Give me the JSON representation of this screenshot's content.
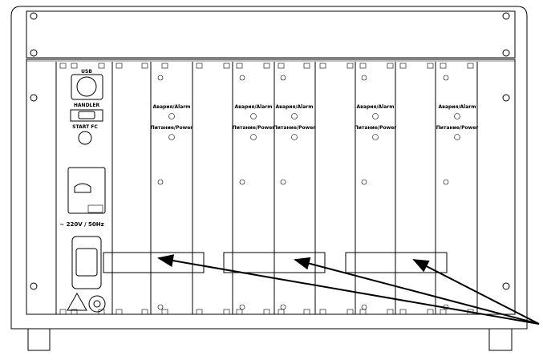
{
  "power_panel": {
    "usb_label": "USB",
    "handler_label": "HANDLER",
    "start_label": "START FC",
    "voltage_label": "~ 220V / 50Hz"
  },
  "module_labels": {
    "alarm": "Авария/Alarm",
    "power": "Питание/Power"
  },
  "modules": [
    {
      "alarm": "Авария/Alarm",
      "power": "Питание/Power"
    },
    {
      "alarm": "Авария/Alarm",
      "power": "Питание/Power"
    },
    {
      "alarm": "Авария/Alarm",
      "power": "Питание/Power"
    },
    {
      "alarm": "Авария/Alarm",
      "power": "Питание/Power"
    },
    {
      "alarm": "Авария/Alarm",
      "power": "Питание/Power"
    }
  ],
  "colors": {
    "line": "#000000",
    "background": "#ffffff"
  }
}
